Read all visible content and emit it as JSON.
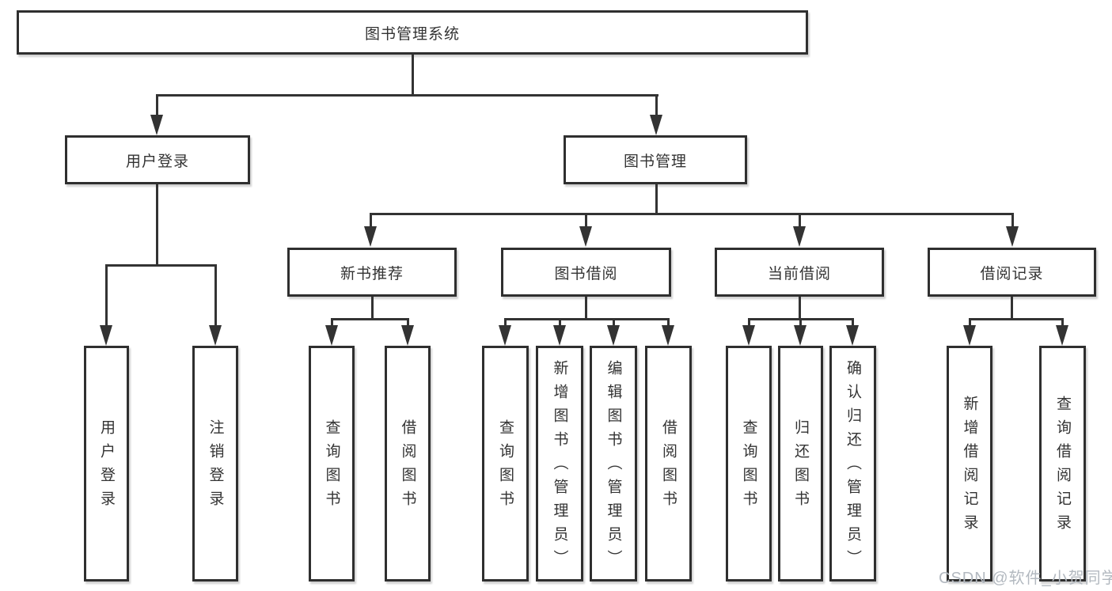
{
  "diagram": {
    "title": "图书管理系统",
    "root": {
      "label": "图书管理系统"
    },
    "level2": [
      {
        "id": "user-login",
        "label": "用户登录"
      },
      {
        "id": "book-management",
        "label": "图书管理"
      }
    ],
    "level3": [
      {
        "id": "new-book-recommendation",
        "label": "新书推荐",
        "parent": "图书管理"
      },
      {
        "id": "book-borrowing",
        "label": "图书借阅",
        "parent": "图书管理"
      },
      {
        "id": "current-borrowing",
        "label": "当前借阅",
        "parent": "图书管理"
      },
      {
        "id": "borrowing-records",
        "label": "借阅记录",
        "parent": "图书管理"
      }
    ],
    "leaves": [
      {
        "id": "user-login-leaf",
        "label": "用户登录",
        "parent": "用户登录"
      },
      {
        "id": "logout",
        "label": "注销登录",
        "parent": "用户登录"
      },
      {
        "id": "query-books-recommend",
        "label": "查询图书",
        "parent": "新书推荐"
      },
      {
        "id": "borrow-books-recommend",
        "label": "借阅图书",
        "parent": "新书推荐"
      },
      {
        "id": "query-books-borrowing",
        "label": "查询图书",
        "parent": "图书借阅"
      },
      {
        "id": "add-book-admin",
        "label": "新增图书（管理员）",
        "parent": "图书借阅"
      },
      {
        "id": "edit-book-admin",
        "label": "编辑图书（管理员）",
        "parent": "图书借阅"
      },
      {
        "id": "borrow-books-borrowing",
        "label": "借阅图书",
        "parent": "图书借阅"
      },
      {
        "id": "query-books-current",
        "label": "查询图书",
        "parent": "当前借阅"
      },
      {
        "id": "return-book",
        "label": "归还图书",
        "parent": "当前借阅"
      },
      {
        "id": "confirm-return-admin",
        "label": "确认归还（管理员）",
        "parent": "当前借阅"
      },
      {
        "id": "add-borrow-record",
        "label": "新增借阅记录",
        "parent": "借阅记录"
      },
      {
        "id": "query-borrow-record",
        "label": "查询借阅记录",
        "parent": "借阅记录"
      }
    ],
    "colors": {
      "line": "#333333",
      "box_border": "#2f2f2f",
      "box_fill": "#ffffff",
      "text": "#333333",
      "watermark": "#b3b9c0",
      "background": "#ffffff"
    }
  },
  "watermark": {
    "text": "CSDN @软件_小贺同学"
  }
}
